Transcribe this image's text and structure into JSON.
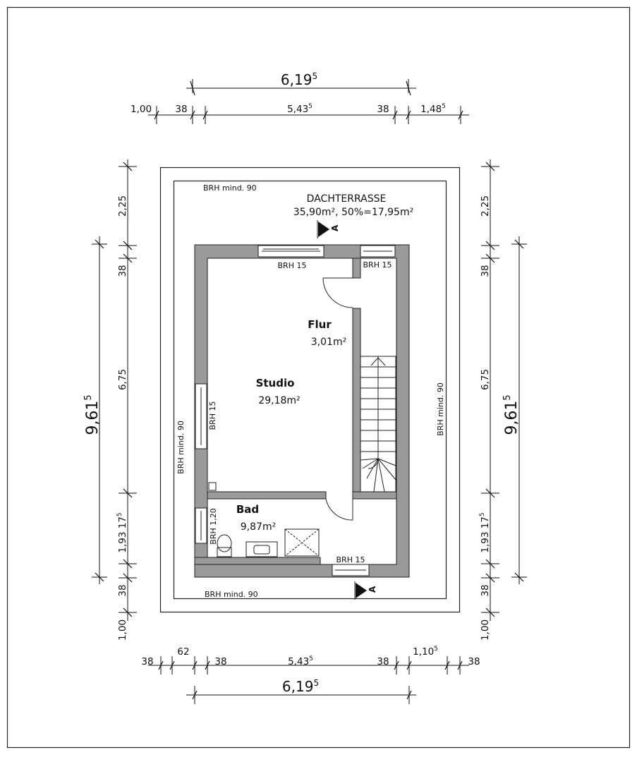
{
  "top_total": {
    "main": "6,19",
    "sup": "5"
  },
  "top_chain": [
    {
      "main": "1,00",
      "sup": ""
    },
    {
      "main": "38",
      "sup": ""
    },
    {
      "main": "5,43",
      "sup": "5"
    },
    {
      "main": "38",
      "sup": ""
    },
    {
      "main": "1,48",
      "sup": "5"
    }
  ],
  "bottom_total": {
    "main": "6,19",
    "sup": "5"
  },
  "bottom_chain": [
    {
      "main": "38",
      "sup": ""
    },
    {
      "main": "62",
      "sup": ""
    },
    {
      "main": "38",
      "sup": ""
    },
    {
      "main": "5,43",
      "sup": "5"
    },
    {
      "main": "38",
      "sup": ""
    },
    {
      "main": "1,10",
      "sup": "5"
    },
    {
      "main": "38",
      "sup": ""
    }
  ],
  "left_total": {
    "main": "9,61",
    "sup": "5"
  },
  "right_total": {
    "main": "9,61",
    "sup": "5"
  },
  "side_chain": [
    {
      "main": "2,25",
      "sup": ""
    },
    {
      "main": "38",
      "sup": ""
    },
    {
      "main": "6,75",
      "sup": ""
    },
    {
      "main": "1,93 17",
      "sup": "5"
    },
    {
      "main": "38",
      "sup": ""
    },
    {
      "main": "1,00",
      "sup": ""
    }
  ],
  "terrace": {
    "title": "DACHTERRASSE",
    "area": "35,90m², 50%=17,95m²",
    "brh_top": "BRH mind. 90",
    "brh_bottom": "BRH mind. 90",
    "brh_left": "BRH mind. 90",
    "brh_right": "BRH mind. 90"
  },
  "rooms": {
    "flur": {
      "name": "Flur",
      "area": "3,01m²"
    },
    "studio": {
      "name": "Studio",
      "area": "29,18m²"
    },
    "bad": {
      "name": "Bad",
      "area": "9,87m²"
    }
  },
  "windows": {
    "studio_top": "BRH 15",
    "flur_top": "BRH 15",
    "studio_left": "BRH 15",
    "bad_left": "BRH 1,20",
    "bad_bottom": "BRH 15"
  },
  "section_marker": "A"
}
